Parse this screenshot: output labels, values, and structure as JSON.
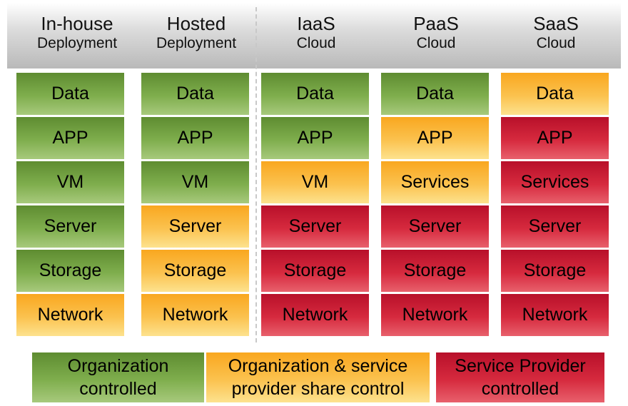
{
  "columns": [
    {
      "line1": "In-house",
      "line2": "Deployment"
    },
    {
      "line1": "Hosted",
      "line2": "Deployment"
    },
    {
      "line1": "IaaS",
      "line2": "Cloud"
    },
    {
      "line1": "PaaS",
      "line2": "Cloud"
    },
    {
      "line1": "SaaS",
      "line2": "Cloud"
    }
  ],
  "grid": [
    [
      {
        "label": "Data",
        "control": "organization"
      },
      {
        "label": "APP",
        "control": "organization"
      },
      {
        "label": "VM",
        "control": "organization"
      },
      {
        "label": "Server",
        "control": "organization"
      },
      {
        "label": "Storage",
        "control": "organization"
      },
      {
        "label": "Network",
        "control": "shared"
      }
    ],
    [
      {
        "label": "Data",
        "control": "organization"
      },
      {
        "label": "APP",
        "control": "organization"
      },
      {
        "label": "VM",
        "control": "organization"
      },
      {
        "label": "Server",
        "control": "shared"
      },
      {
        "label": "Storage",
        "control": "shared"
      },
      {
        "label": "Network",
        "control": "shared"
      }
    ],
    [
      {
        "label": "Data",
        "control": "organization"
      },
      {
        "label": "APP",
        "control": "organization"
      },
      {
        "label": "VM",
        "control": "shared"
      },
      {
        "label": "Server",
        "control": "provider"
      },
      {
        "label": "Storage",
        "control": "provider"
      },
      {
        "label": "Network",
        "control": "provider"
      }
    ],
    [
      {
        "label": "Data",
        "control": "organization"
      },
      {
        "label": "APP",
        "control": "shared"
      },
      {
        "label": "Services",
        "control": "shared"
      },
      {
        "label": "Server",
        "control": "provider"
      },
      {
        "label": "Storage",
        "control": "provider"
      },
      {
        "label": "Network",
        "control": "provider"
      }
    ],
    [
      {
        "label": "Data",
        "control": "shared"
      },
      {
        "label": "APP",
        "control": "provider"
      },
      {
        "label": "Services",
        "control": "provider"
      },
      {
        "label": "Server",
        "control": "provider"
      },
      {
        "label": "Storage",
        "control": "provider"
      },
      {
        "label": "Network",
        "control": "provider"
      }
    ]
  ],
  "legend": {
    "organization": {
      "line1": "Organization",
      "line2": "controlled",
      "color": "#7fae4d"
    },
    "shared": {
      "line1": "Organization & service",
      "line2": "provider share control",
      "color": "#fbc24f"
    },
    "provider": {
      "line1": "Service Provider",
      "line2": "controlled",
      "color": "#d62a3e"
    }
  }
}
